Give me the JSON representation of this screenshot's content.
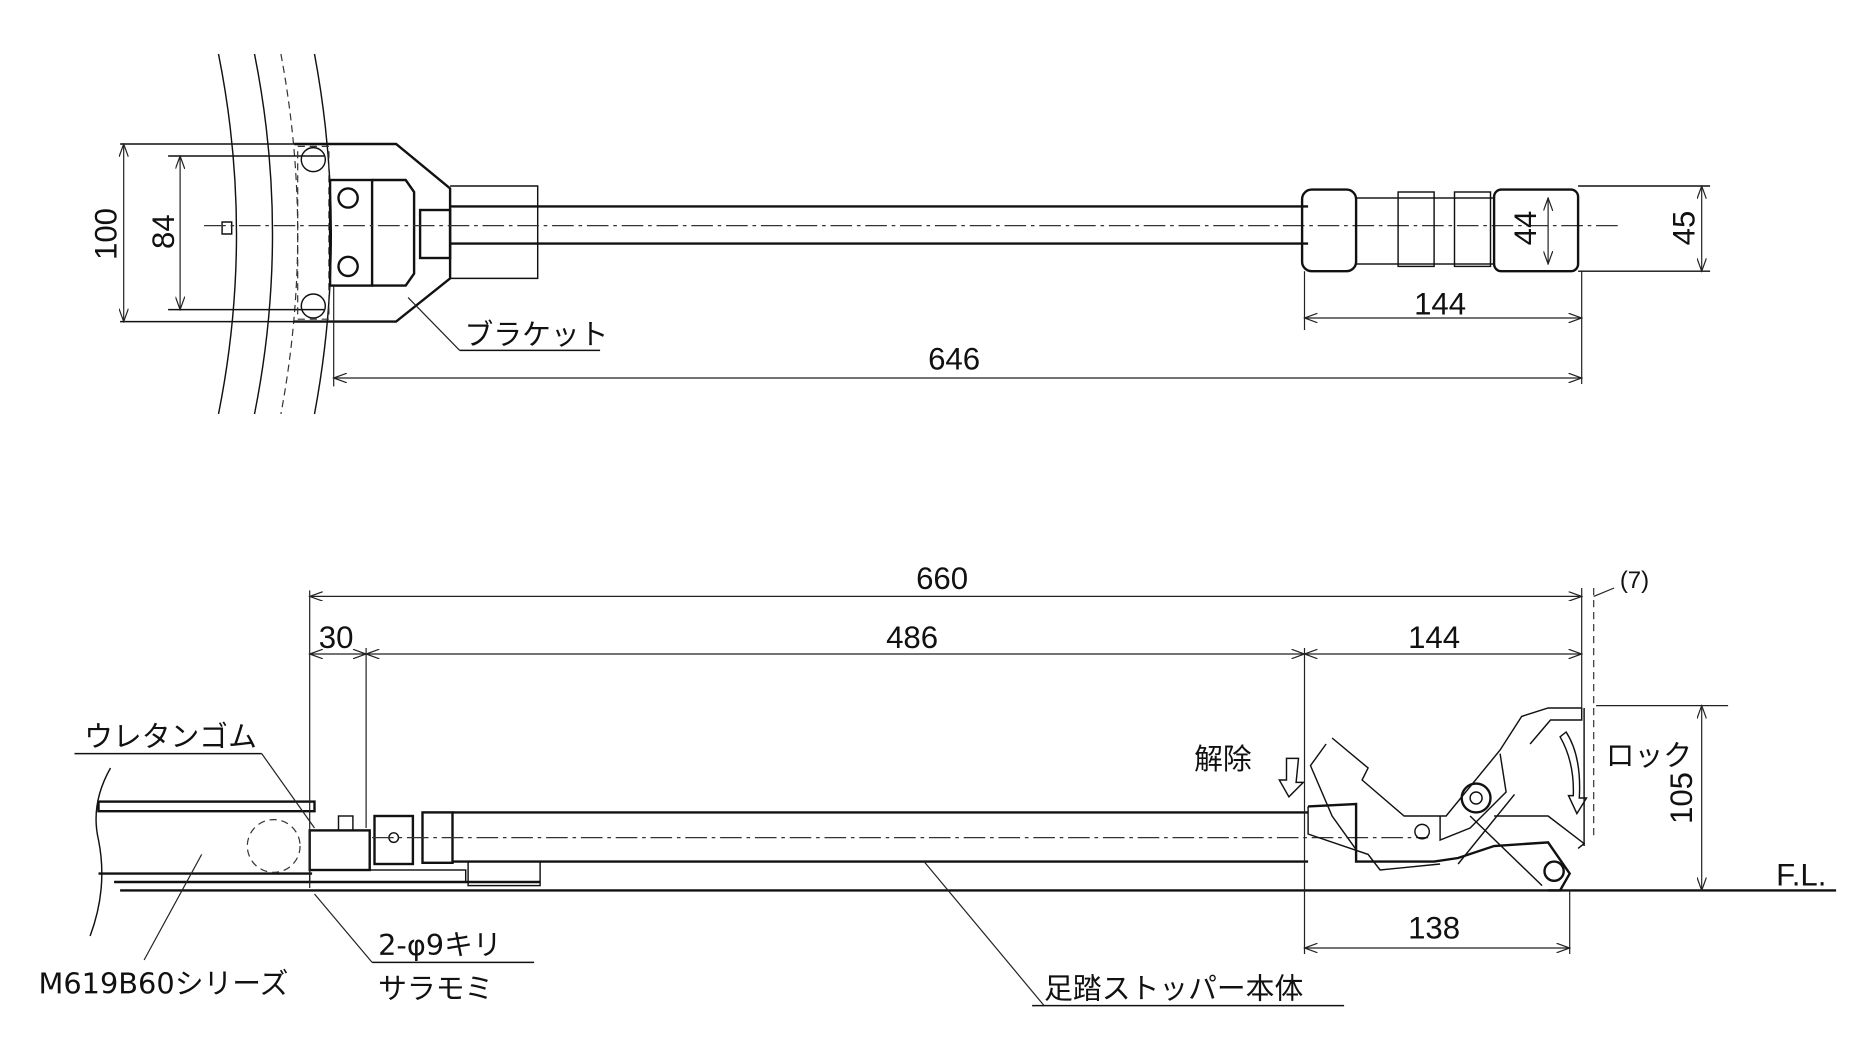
{
  "top_view": {
    "dims": {
      "d100": "100",
      "d84": "84",
      "d44": "44",
      "d45": "45",
      "d144": "144",
      "d646": "646"
    },
    "labels": {
      "bracket": "ブラケット"
    }
  },
  "side_view": {
    "dims": {
      "d660": "660",
      "d7": "(7)",
      "d30": "30",
      "d486": "486",
      "d144": "144",
      "d105": "105",
      "d138": "138"
    },
    "labels": {
      "urethane": "ウレタンゴム",
      "release": "解除",
      "lock": "ロック",
      "floor": "F.L.",
      "holes": "2-φ9キリ",
      "countersink": "サラモミ",
      "series": "M619B60シリーズ",
      "body": "足踏ストッパー本体"
    }
  }
}
